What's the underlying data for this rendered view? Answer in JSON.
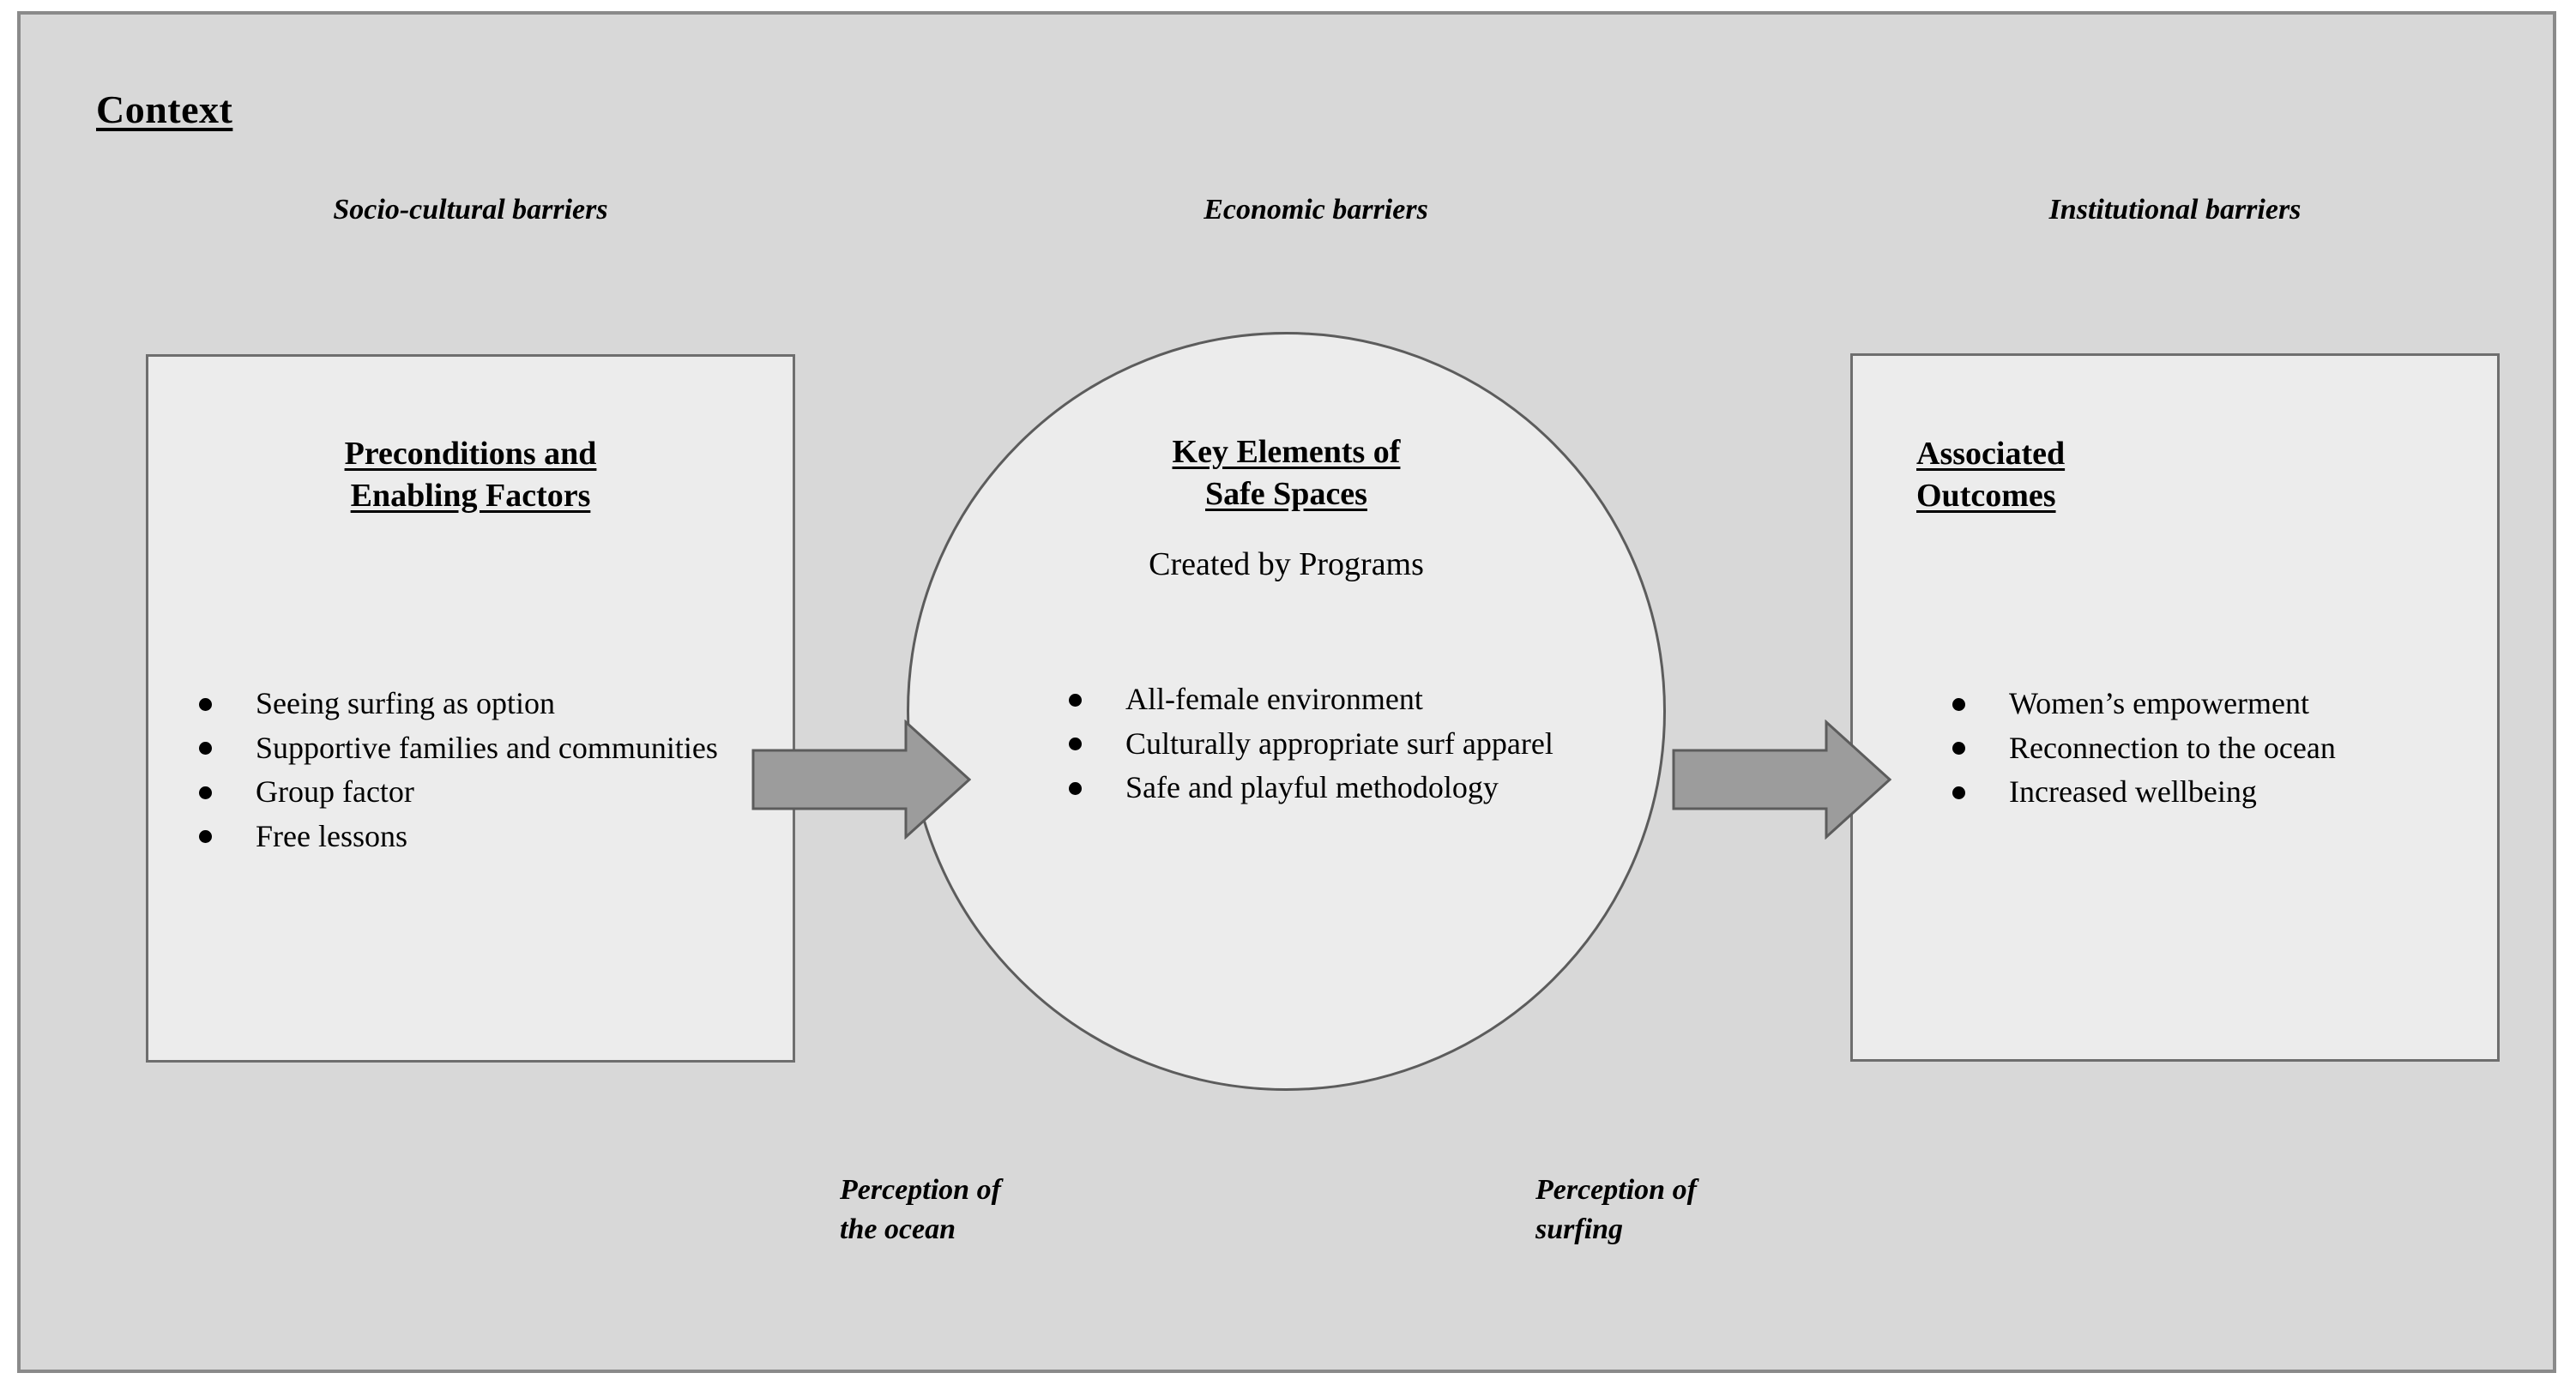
{
  "figure": {
    "context_title": "Context",
    "background_color": "#d8d8d8",
    "frame_border_color": "#8a8a8a",
    "node_fill_color": "#ececec",
    "node_border_color": "#6e6e6e",
    "arrow_fill_color": "#9c9c9c",
    "arrow_border_color": "#5c5c5c"
  },
  "barriers": [
    {
      "label": "Socio-cultural barriers"
    },
    {
      "label": "Economic barriers"
    },
    {
      "label": "Institutional barriers"
    }
  ],
  "nodes": {
    "left": {
      "heading_line_1": "Preconditions and",
      "heading_line_2": "Enabling Factors",
      "bullets": [
        "Seeing surfing as option",
        "Supportive families and communities",
        "Group factor",
        "Free lessons"
      ]
    },
    "center": {
      "heading_line_1": "Key Elements of",
      "heading_line_2": "Safe Spaces",
      "subtitle": "Created by Programs",
      "bullets": [
        "All-female environment",
        "Culturally appropriate surf apparel",
        "Safe and playful methodology"
      ]
    },
    "right": {
      "heading_line_1": "Associated",
      "heading_line_2": "Outcomes",
      "bullets": [
        "Women’s empowerment",
        "Reconnection to the ocean",
        "Increased wellbeing"
      ]
    }
  },
  "perceptions": [
    {
      "line_1": "Perception of",
      "line_2": "the ocean"
    },
    {
      "line_1": "Perception of",
      "line_2": "surfing"
    }
  ]
}
